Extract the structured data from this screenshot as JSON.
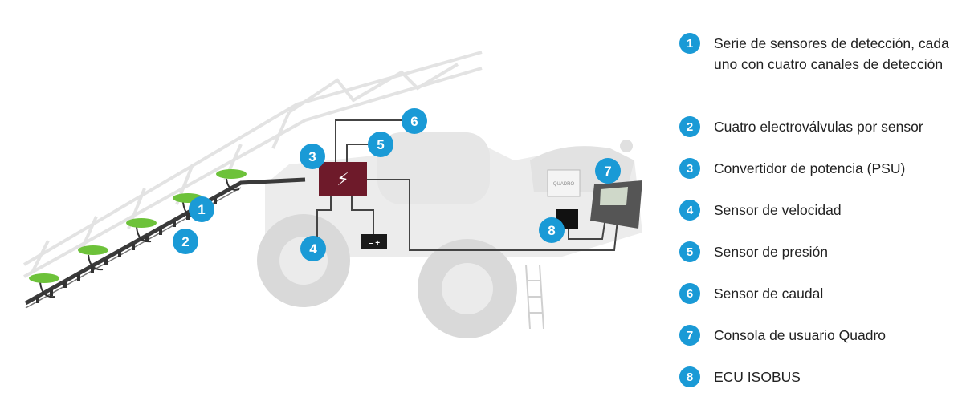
{
  "diagram": {
    "callouts": [
      "1",
      "2",
      "3",
      "4",
      "5",
      "6",
      "7",
      "8"
    ],
    "colors": {
      "badge": "#1a9ad6",
      "psu": "#6e1a2a",
      "sensor": "#6dc23a",
      "wire": "#444444",
      "machine": "#d8d8d8"
    },
    "icons": {
      "psu": "lightning-bolt-icon",
      "battery": "battery-icon"
    },
    "battery_label": "– +",
    "psu_symbol": "⚡",
    "quadro_brand": "QUADRO"
  },
  "legend": [
    {
      "num": "1",
      "text": "Serie de sensores de detección, cada uno con cuatro canales de detección"
    },
    {
      "num": "2",
      "text": "Cuatro electroválvulas por sensor"
    },
    {
      "num": "3",
      "text": "Convertidor de potencia (PSU)"
    },
    {
      "num": "4",
      "text": "Sensor de velocidad"
    },
    {
      "num": "5",
      "text": "Sensor de presión"
    },
    {
      "num": "6",
      "text": "Sensor de caudal"
    },
    {
      "num": "7",
      "text": "Consola de usuario Quadro"
    },
    {
      "num": "8",
      "text": "ECU ISOBUS"
    }
  ]
}
